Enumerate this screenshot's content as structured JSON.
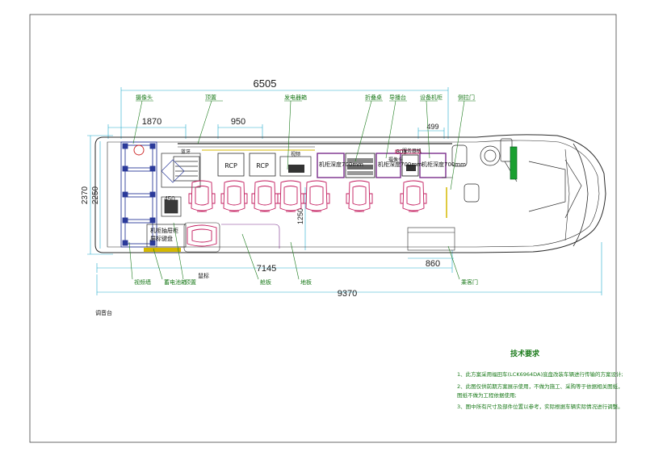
{
  "dimensions": {
    "overall_length": "6505",
    "d1870": "1870",
    "d950": "950",
    "d499": "499",
    "d803": "803",
    "d2370": "2370",
    "d2250": "2250",
    "d1250": "1250",
    "d7145": "7145",
    "d860": "860",
    "d9370": "9370",
    "d450": "450"
  },
  "labels": {
    "top": [
      "摄像头",
      "顶置",
      "发电器箱",
      "折叠桌",
      "导播台",
      "设备机柜",
      "侧拉门"
    ],
    "bottom": [
      "视频墙",
      "蓄电池箱",
      "顶置",
      "舱板",
      "地板",
      "乘客门"
    ],
    "bottom_mid": "鼠标",
    "cabinet_left": "机柜抽屉柜",
    "cabinet_right": "屏标键盘",
    "rcp1": "RCP",
    "rcp2": "RCP",
    "rack1": "机柜深度700mm",
    "rack2": "机柜深度700mm",
    "rack3": "机柜深度700mm",
    "rack_top": "服务器机",
    "rack_small": "摄像头",
    "top_small": "视频",
    "left_top": "蓝牙",
    "console_label": "调音台"
  },
  "tech": {
    "title": "技术要求",
    "items": [
      "1、此方案采用福田车(LCK6964DA)底盘改装车辆进行传输的方案设计;",
      "2、此图仅供前期方案展示使用，不做为施工、采购等于依据相关图纸，",
      "   图纸不做为工程依据使用;",
      "3、图中所有尺寸及部件位置以参考，实际根据车辆实际情况进行调整。"
    ]
  },
  "colors": {
    "line": "#2a2a2a",
    "blue": "#2b3a9a",
    "purple": "#7a2e8c",
    "pink": "#c2185b",
    "cyan": "#1aa0c0",
    "green": "#1a7a1a",
    "yellow": "#d4b800"
  }
}
